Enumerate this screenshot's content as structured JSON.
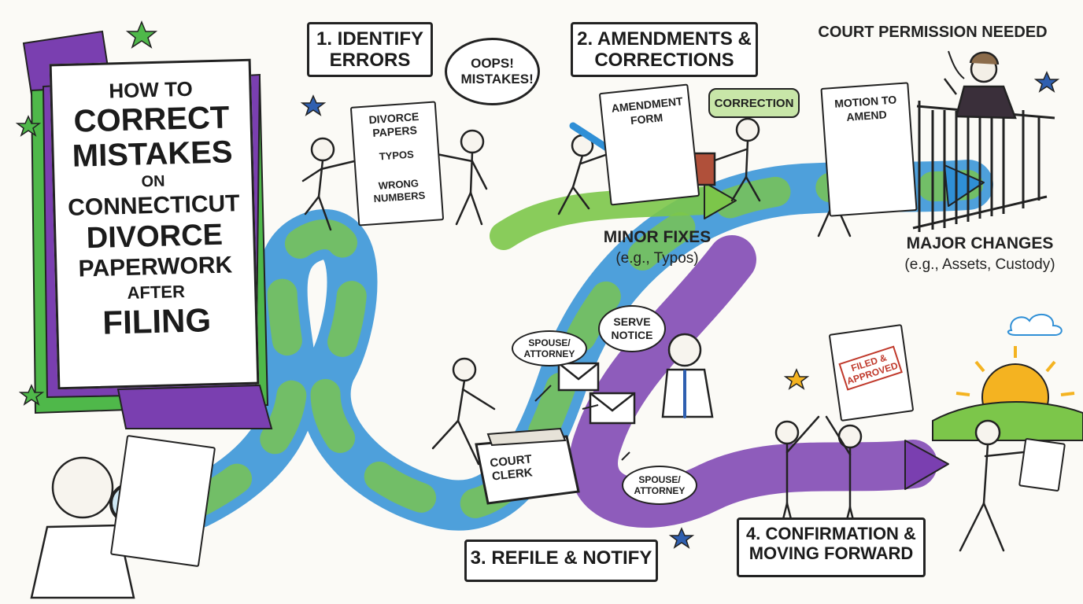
{
  "title": {
    "line1": "HOW TO",
    "line2": "CORRECT",
    "line3": "MISTAKES",
    "line4": "ON",
    "line5": "CONNECTICUT",
    "line6": "DIVORCE",
    "line7": "PAPERWORK",
    "line8": "AFTER",
    "line9": "FILING"
  },
  "step1": {
    "heading": "1. IDENTIFY ERRORS",
    "bubble": "OOPS! MISTAKES!",
    "doc_title": "DIVORCE PAPERS",
    "tag_typos": "TYPOS",
    "tag_numbers": "WRONG NUMBERS"
  },
  "step2": {
    "heading": "2. AMENDMENTS & CORRECTIONS",
    "form_title": "AMENDMENT FORM",
    "bubble": "CORRECTION",
    "minor_title": "MINOR FIXES",
    "minor_example": "(e.g., Typos)"
  },
  "court": {
    "heading": "COURT PERMISSION NEEDED",
    "motion_title": "MOTION TO AMEND",
    "major_title": "MAJOR CHANGES",
    "major_example": "(e.g., Assets, Custody)"
  },
  "step3": {
    "heading": "3. REFILE & NOTIFY",
    "box_label": "COURT CLERK",
    "tag_spouse_top": "SPOUSE/ ATTORNEY",
    "tag_serve": "SERVE NOTICE",
    "tag_spouse_bottom": "SPOUSE/ ATTORNEY"
  },
  "step4": {
    "heading": "4. CONFIRMATION & MOVING FORWARD",
    "stamp": "FILED & APPROVED"
  },
  "colors": {
    "purple": "#7a3fb0",
    "green": "#7cc64a",
    "blue": "#2f8fd6",
    "red": "#d93a2b",
    "sun": "#f4b321",
    "ink": "#1f1f1f"
  }
}
